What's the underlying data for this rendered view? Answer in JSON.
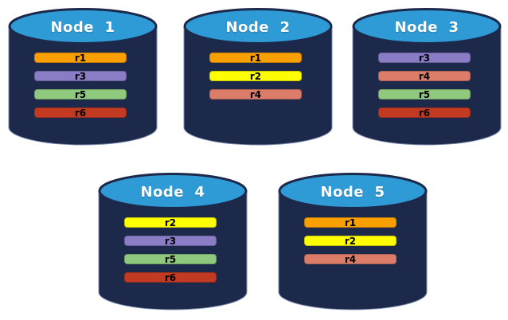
{
  "diagram": {
    "background": "#FFFFFF",
    "nodes": [
      {
        "id": "node-1",
        "title": "Node  1",
        "replicas": [
          "r1",
          "r3",
          "r5",
          "r6"
        ]
      },
      {
        "id": "node-2",
        "title": "Node  2",
        "replicas": [
          "r1",
          "r2",
          "r4"
        ]
      },
      {
        "id": "node-3",
        "title": "Node  3",
        "replicas": [
          "r3",
          "r4",
          "r5",
          "r6"
        ]
      },
      {
        "id": "node-4",
        "title": "Node  4",
        "replicas": [
          "r2",
          "r3",
          "r5",
          "r6"
        ]
      },
      {
        "id": "node-5",
        "title": "Node  5",
        "replicas": [
          "r1",
          "r2",
          "r4"
        ]
      }
    ],
    "replica_colors": {
      "r1": "#F9A000",
      "r2": "#FFFF00",
      "r3": "#8A7CC5",
      "r4": "#DB7D68",
      "r5": "#8FC97E",
      "r6": "#C33A23"
    },
    "cylinder": {
      "body_color": "#1C294A",
      "body_edge_color": "#7D8EB2",
      "top_color": "#2E9BD6",
      "title_color": "#FFFFFF",
      "label_color": "#000000"
    }
  }
}
